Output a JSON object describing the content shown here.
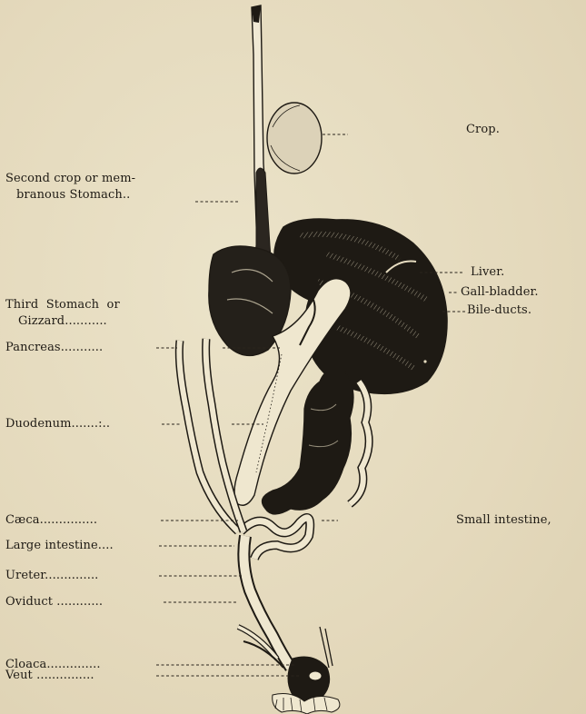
{
  "labels": {
    "crop": "Crop.",
    "second_crop_line1": "Second crop or mem-",
    "second_crop_line2": "branous Stomach..",
    "liver": "Liver.",
    "third_stomach_line1": "Third  Stomach  or",
    "third_stomach_line2": "Gizzard...........",
    "gall_bladder": "Gall-bladder.",
    "bile_ducts": "Bile-ducts.",
    "pancreas": "Pancreas...........",
    "duodenum": "Duodenum.......:..",
    "caeca": "Cæca...............",
    "small_intestine": "Small intestine,",
    "large_intestine": "Large intestine....",
    "ureter": "Ureter..............",
    "oviduct": "Oviduct ............",
    "cloaca": "Cloaca..............",
    "vent": "Veut ..............."
  }
}
